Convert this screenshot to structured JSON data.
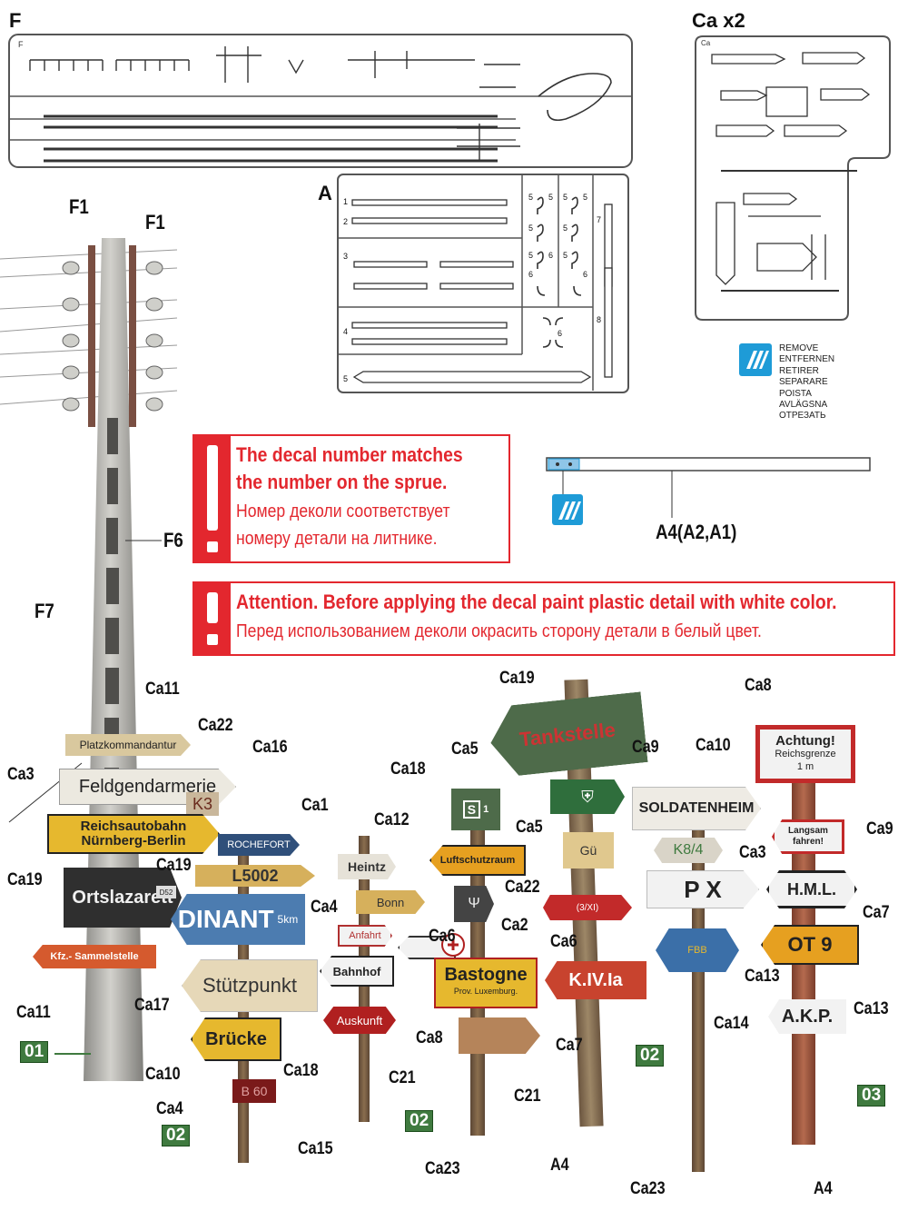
{
  "sprue_labels": {
    "F": "F",
    "Ca": "Ca x2",
    "A": "A"
  },
  "sprue_F_plate": "F",
  "sprue_Ca_plate": "Ca",
  "sprue_A_numbers": [
    "1",
    "2",
    "3",
    "4",
    "5",
    "5",
    "5",
    "5",
    "5",
    "5",
    "5",
    "5",
    "5",
    "6",
    "6",
    "6",
    "6",
    "7",
    "8"
  ],
  "remove_words": [
    "REMOVE",
    "ENTFERNEN",
    "RETIRER",
    "SEPARARE",
    "POISTA",
    "AVLÄGSNA",
    "ОТРЕЗАТЬ"
  ],
  "warning1": {
    "line1": "The decal number matches",
    "line2": "the number on the sprue.",
    "line3": "Номер деколи соответствует",
    "line4": "номеру детали на литнике."
  },
  "warning2": {
    "line1": "Attention. Before applying the decal paint plastic detail with white color.",
    "line2": "Перед использованием деколи окрасить сторону детали в  белый цвет."
  },
  "a4_label": "A4(A2,A1)",
  "callouts": {
    "F1a": "F1",
    "F1b": "F1",
    "F6": "F6",
    "F7": "F7",
    "Ca11a": "Ca11",
    "Ca22a": "Ca22",
    "Ca16": "Ca16",
    "Ca3a": "Ca3",
    "Ca1": "Ca1",
    "Ca19a": "Ca19",
    "Ca19b": "Ca19",
    "Ca11b": "Ca11",
    "Ca17": "Ca17",
    "Ca10a": "Ca10",
    "Ca4a": "Ca4",
    "Ca15": "Ca15",
    "Ca18a": "Ca18",
    "Ca4b": "Ca4",
    "Ca12": "Ca12",
    "Ca18b": "Ca18",
    "C21a": "C21",
    "Ca5a": "Ca5",
    "Ca22b": "Ca22",
    "Ca6a": "Ca6",
    "Ca2": "Ca2",
    "Ca8a": "Ca8",
    "C21b": "C21",
    "Ca23a": "Ca23",
    "Ca19c": "Ca19",
    "Ca9a": "Ca9",
    "Ca5b": "Ca5",
    "Ca6b": "Ca6",
    "Ca7a": "Ca7",
    "A4a": "A4",
    "Ca10b": "Ca10",
    "Ca3b": "Ca3",
    "Ca13a": "Ca13",
    "Ca14": "Ca14",
    "Ca23b": "Ca23",
    "Ca8b": "Ca8",
    "Ca9b": "Ca9",
    "Ca7b": "Ca7",
    "Ca13b": "Ca13",
    "A4b": "A4"
  },
  "groups": {
    "g1": "01",
    "g2a": "02",
    "g2b": "02",
    "g2c": "02",
    "g3": "03"
  },
  "signs": {
    "platzkommandantur": "Platzkommandantur",
    "feldgendarmerie": "Feldgendarmerie",
    "k3": "K3",
    "reichsautobahn1": "Reichsautobahn",
    "reichsautobahn2": "Nürnberg-Berlin",
    "ortslazarett": "Ortslazarett",
    "plate_d52": "D52",
    "sammelstelle": "Kfz.- Sammelstelle",
    "rochefort": "ROCHEFORT",
    "l5002": "L5002",
    "dinant": "DINANT",
    "dinant_km": "5km",
    "stutzpunkt": "Stützpunkt",
    "brucke": "Brücke",
    "b60": "B 60",
    "heintz": "Heintz",
    "bonn": "Bonn",
    "anfahrt": "Anfahrt",
    "bahnhof": "Bahnhof",
    "auskunft": "Auskunft",
    "luftschutzraum": "Luftschutzraum",
    "sign_s1": "S",
    "sign_s1_num": "1",
    "bastogne1": "Bastogne",
    "bastogne2": "Prov. Luxemburg.",
    "tankstelle": "Tankstelle",
    "gu": "Gü",
    "x3": "(3/XI)",
    "kivia": "K.IV.Ia",
    "soldatenheim": "SOLDATENHEIM",
    "k84": "K8/4",
    "px": "P X",
    "fbb": "FBB",
    "achtung1": "Achtung!",
    "achtung2": "Reichsgrenze",
    "achtung3": "1 m",
    "langsam1": "Langsam",
    "langsam2": "fahren!",
    "hml": "H.M.L.",
    "ot9": "OT 9",
    "akp": "A.K.P."
  },
  "colors": {
    "red": "#e3272e",
    "green_label": "#3f7a3f",
    "wood": "#8a6e4e",
    "concrete": "#b9b8b3",
    "remove_blue": "#1e9bd7"
  }
}
